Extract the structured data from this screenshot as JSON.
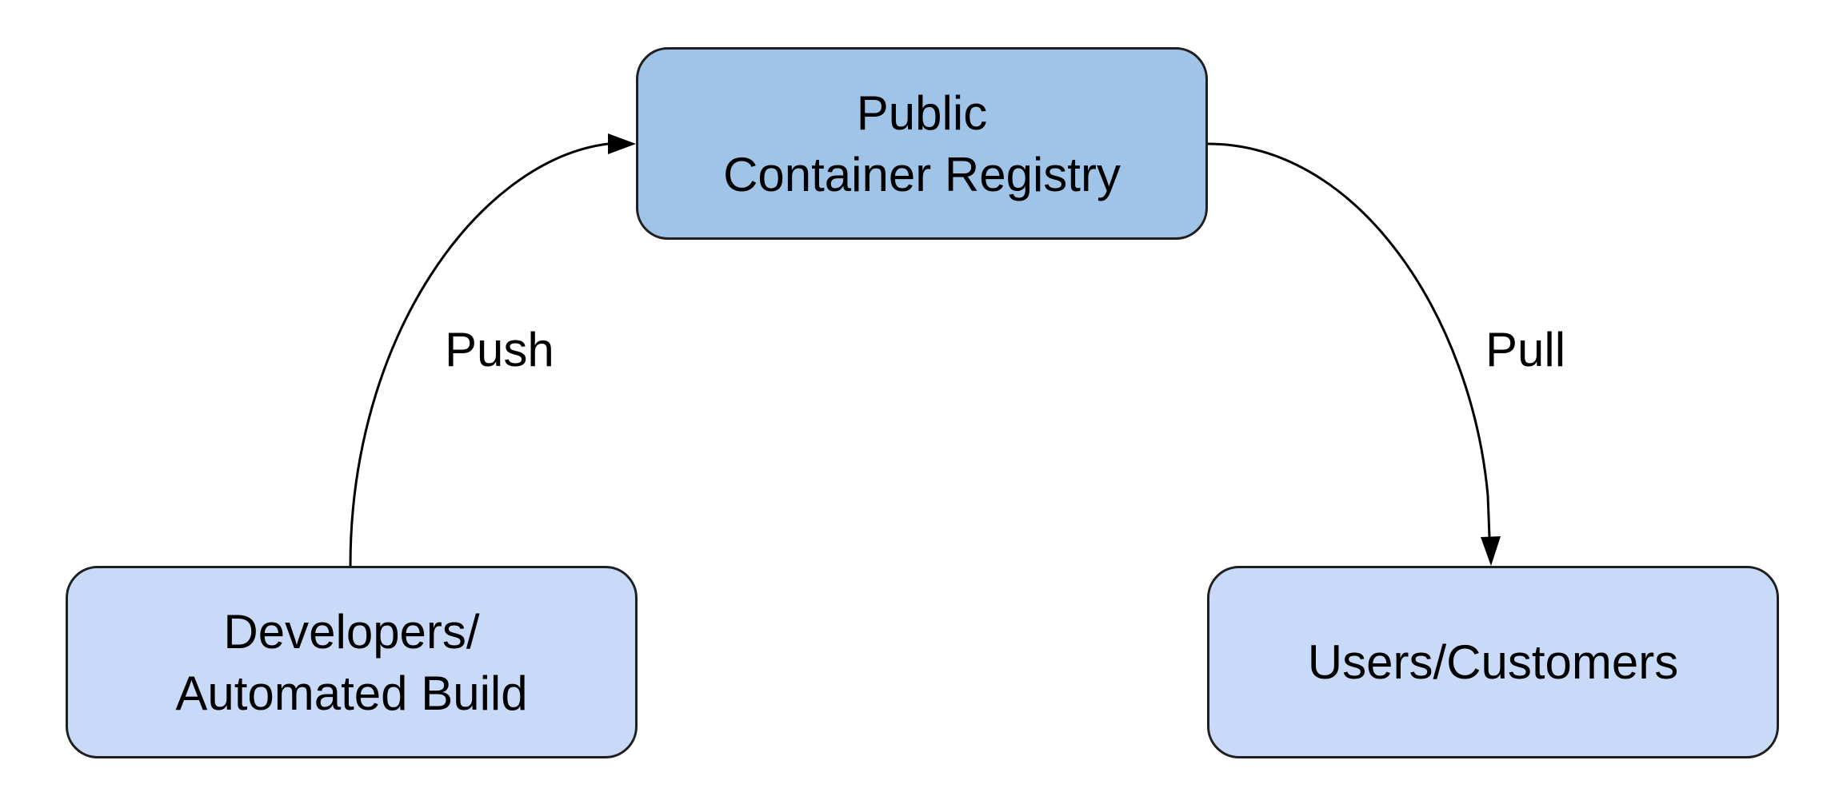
{
  "colors": {
    "registry_fill": "#a0c4e8",
    "actor_fill": "#c9daf8",
    "stroke": "#1f1f1f"
  },
  "nodes": {
    "registry": {
      "line1": "Public",
      "line2": "Container Registry"
    },
    "developers": {
      "line1": "Developers/",
      "line2": "Automated Build"
    },
    "users": {
      "label": "Users/Customers"
    }
  },
  "edges": {
    "push": {
      "label": "Push",
      "from": "developers",
      "to": "registry"
    },
    "pull": {
      "label": "Pull",
      "from": "registry",
      "to": "users"
    }
  }
}
